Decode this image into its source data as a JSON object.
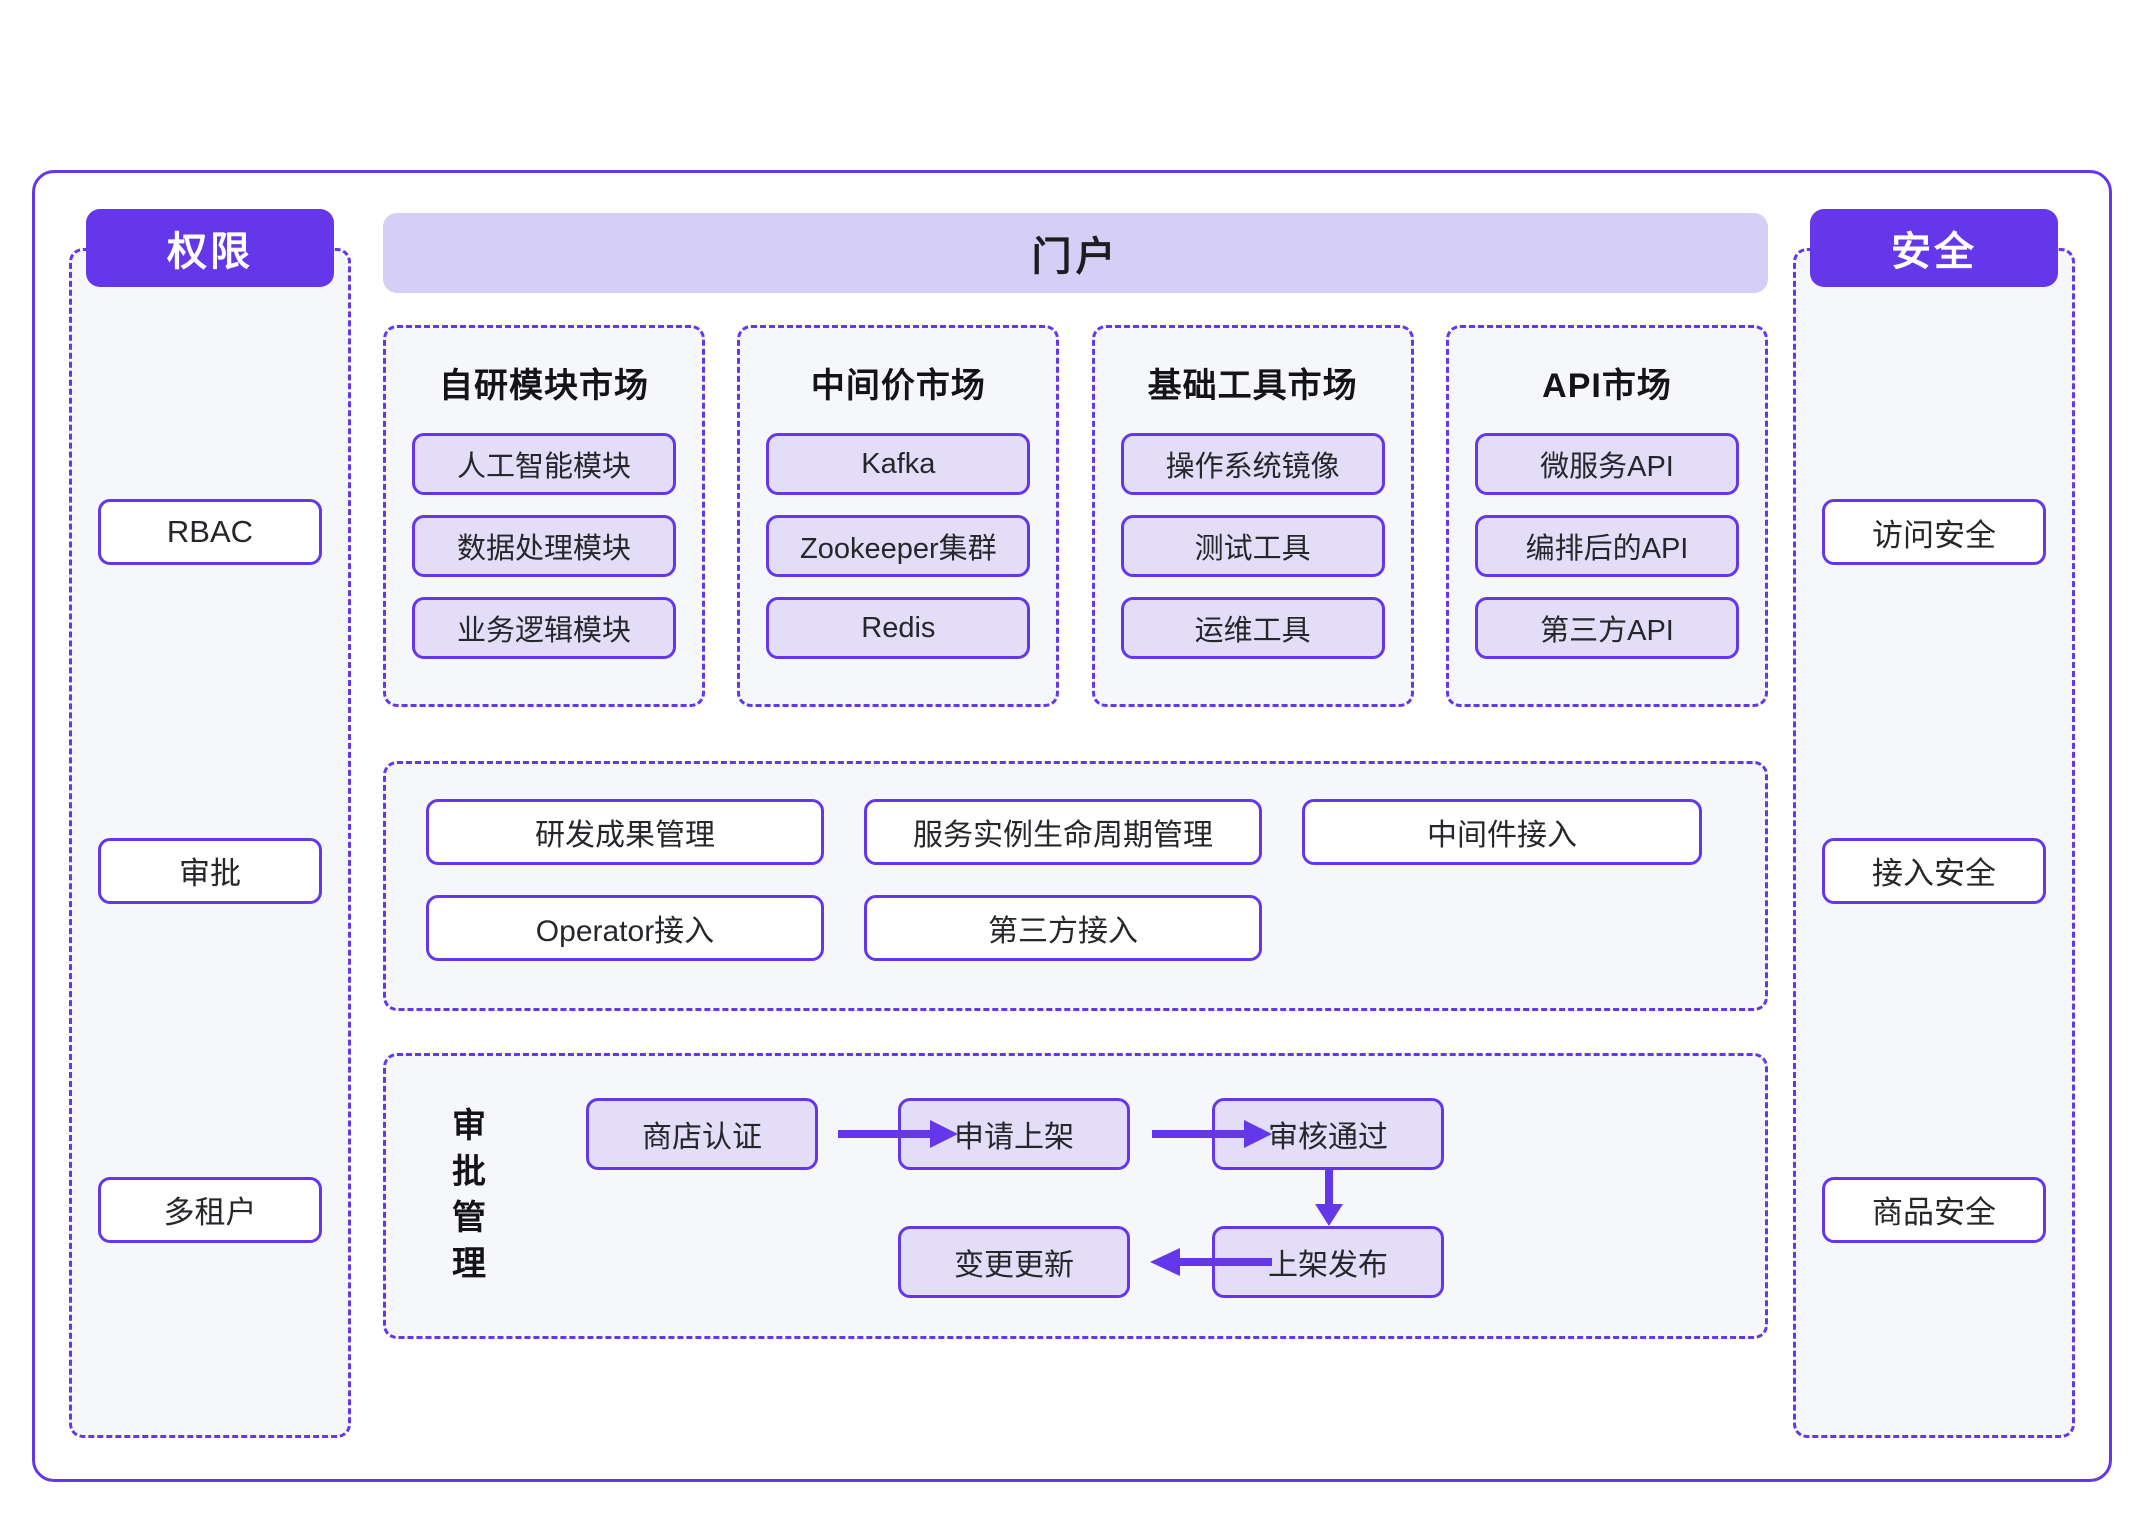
{
  "permission_column": {
    "title": "权限",
    "items": [
      {
        "label": "RBAC"
      },
      {
        "label": "审批"
      },
      {
        "label": "多租户"
      }
    ]
  },
  "security_column": {
    "title": "安全",
    "items": [
      {
        "label": "访问安全"
      },
      {
        "label": "接入安全"
      },
      {
        "label": "商品安全"
      }
    ]
  },
  "portal": {
    "title": "门户"
  },
  "markets": [
    {
      "title": "自研模块市场",
      "items": [
        "人工智能模块",
        "数据处理模块",
        "业务逻辑模块"
      ]
    },
    {
      "title": "中间价市场",
      "items": [
        "Kafka",
        "Zookeeper集群",
        "Redis"
      ]
    },
    {
      "title": "基础工具市场",
      "items": [
        "操作系统镜像",
        "测试工具",
        "运维工具"
      ]
    },
    {
      "title": "API市场",
      "items": [
        "微服务API",
        "编排后的API",
        "第三方API"
      ]
    }
  ],
  "capabilities": {
    "row1": [
      "研发成果管理",
      "服务实例生命周期管理",
      "中间件接入"
    ],
    "row2": [
      "Operator接入",
      "第三方接入"
    ]
  },
  "approval": {
    "vertical_label": "审批管理",
    "nodes": {
      "shop_auth": "商店认证",
      "apply_listing": "申请上架",
      "review_pass": "审核通过",
      "publish": "上架发布",
      "change_update": "变更更新"
    },
    "flow_order": [
      "商店认证",
      "申请上架",
      "审核通过",
      "上架发布",
      "变更更新"
    ]
  },
  "colors": {
    "accent_purple": "#6437ea",
    "portal_fill": "#d5cef7",
    "item_fill": "#e4ddf8",
    "panel_fill": "#f6f7fa",
    "white": "#ffffff"
  }
}
